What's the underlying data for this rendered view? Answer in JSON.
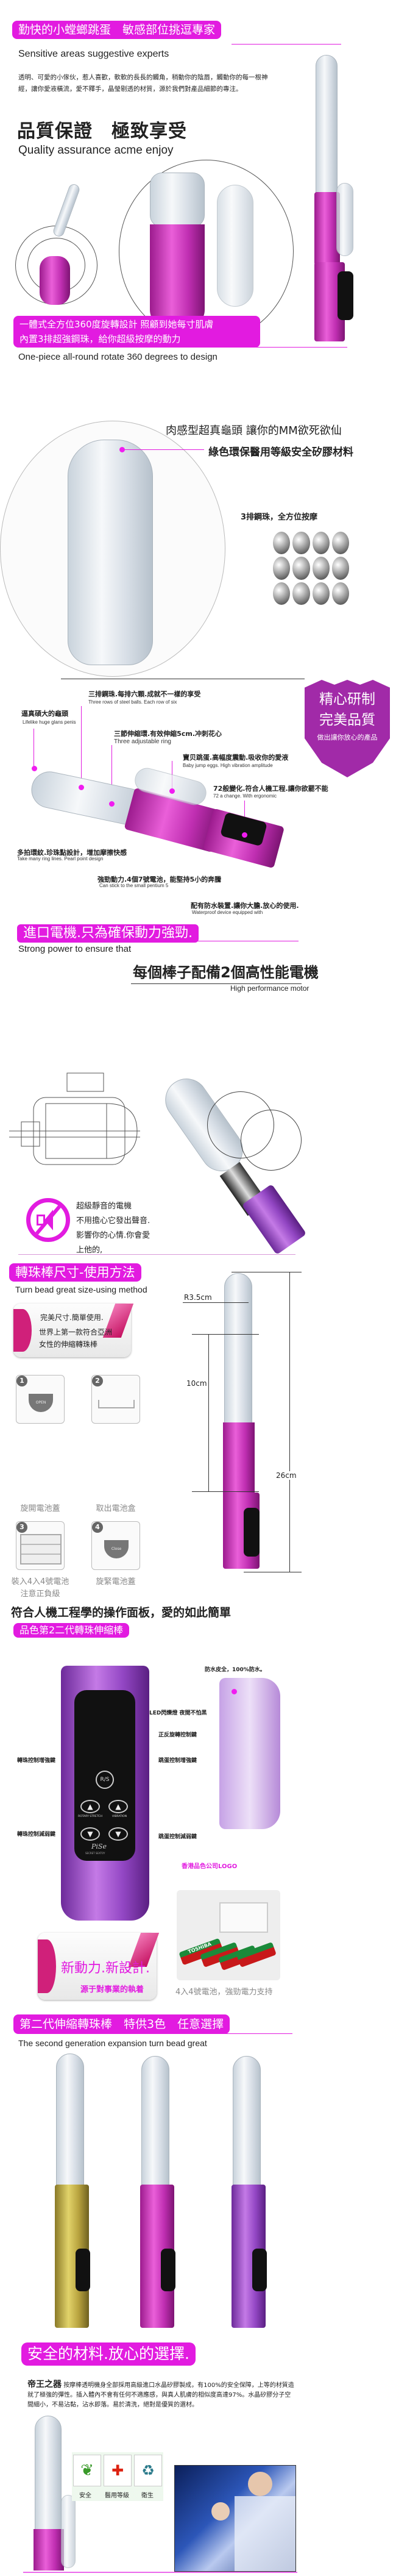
{
  "brand_color": "#e21be0",
  "section1": {
    "banner": "勤快的小螳螂跳蛋　敏感部位挑逗專家",
    "subtitle_en": "Sensitive areas suggestive experts",
    "paragraph": "透明、可愛的小傢伙，惹人喜歡，軟軟的長長的觸角，稍動你的陰唇，觸動你的每一根神經，讓你愛液橫流，愛不釋手，晶瑩剔透的材質，源於我們對產品細節的專注。",
    "heading": "品質保證　極致享受",
    "heading_en": "Quality assurance acme enjoy"
  },
  "section2": {
    "banner_line1": "一體式全方位360度旋轉設計  照顧到她每寸肌膚",
    "banner_line2": "內置3排超強鋼珠，給你超級按摩的動力",
    "subtitle_en": "One-piece all-round rotate 360 degrees to design"
  },
  "section3": {
    "heading": "肉感型超真龜頭  讓你的MM欲死欲仙",
    "material": "綠色環保醫用等級安全矽膠材料",
    "beads": "3排鋼珠，全方位按摩"
  },
  "badge": {
    "line1": "精心研制",
    "line2": "完美品質",
    "arc": "做出讓你放心的產品"
  },
  "features": [
    {
      "zh": "三排鋼珠.每排六顆.成就不一樣的享受",
      "en": "Three rows of steel balls. Each row of six"
    },
    {
      "zh": "逼真碩大的龜頭",
      "en": "Lifelike huge glans penis"
    },
    {
      "zh": "三節伸縮環.有效伸縮5cm.冲刺花心",
      "en": "Three adjustable ring"
    },
    {
      "zh": "寶贝跳蛋.高幅度震動.吸收你的愛液",
      "en": "Baby jump eggs. High vibration amplitude"
    },
    {
      "zh": "72般變化.符合人機工程.讓你欲罷不能",
      "en": "72 a change. With ergonomic"
    },
    {
      "zh": "多拍環紋.珍珠點設計，增加摩擦快感",
      "en": "Take many ring lines. Pearl point design"
    },
    {
      "zh": "強勁動力.4個7號電池，能堅持5小的奔騰",
      "en": "Can stick to the small pentium 5"
    },
    {
      "zh": "配有防水裝置.讓你大膽.放心的使用.",
      "en": "Waterproof device equipped with"
    }
  ],
  "motor": {
    "banner": "進口電機.只為確保動力強勁.",
    "subtitle_en": "Strong power to ensure that",
    "heading": "每個棒子配備2個高性能電機",
    "heading_en": "High performance motor",
    "silent_lines": [
      "超級靜音的電機",
      "不用擔心它發出聲音.",
      "影響你的心情.你會愛",
      "上他的,"
    ]
  },
  "size": {
    "banner": "轉珠棒尺寸-使用方法",
    "subtitle_en": "Turn bead great size-using method",
    "card_line1": "完美尺寸.簡單使用.",
    "card_line2": "世界上第一款符合亞洲",
    "card_line3": "女性的伸縮轉珠棒",
    "steps": [
      {
        "num": "1",
        "label": "旋開電池蓋",
        "art": "OPEN"
      },
      {
        "num": "2",
        "label": "取出電池盒",
        "art": ""
      },
      {
        "num": "3",
        "label": "裝入4入4號電池",
        "label2": "注意正負級",
        "art": ""
      },
      {
        "num": "4",
        "label": "旋緊電池蓋",
        "art": "Close"
      }
    ],
    "dim_radius": "R3.5cm",
    "dim_insert": "10cm",
    "dim_total": "26cm"
  },
  "panel": {
    "heading": "符合人機工程學的操作面板，愛的如此簡單",
    "banner": "品色第2二代轉珠伸縮棒",
    "waterproof": "防水皮全，100%防水。",
    "led": "LED閃爍燈  夜間不怕黑",
    "rs_key": "正反旋轉控制鍵",
    "rs_label": "R/S",
    "bead_up": "轉珠控制增強鍵",
    "egg_up": "跳蛋控制增強鍵",
    "bead_down": "轉珠控制減弱鍵",
    "egg_down": "跳蛋控制減弱鍵",
    "logo_label": "香港品色公司LOGO",
    "btn_rotary": "ROTARY STRETCH",
    "btn_vibration": "VIBRATION",
    "panel_logo": "PiSe",
    "panel_logo_sub": "SECRET SEXTOY"
  },
  "newpower": {
    "title": "新動力.新設計.",
    "sub": "源于對事業的執着",
    "battery_caption": "4入4號電池，強勁電力支持",
    "battery_brand": "TOSHIBA"
  },
  "colors_section": {
    "banner": "第二代伸縮轉珠棒　特供3色　任意選擇",
    "subtitle_en": "The second generation expansion turn bead great",
    "variants": [
      "#d4c24e",
      "#d63cc8",
      "#9a55d0"
    ]
  },
  "safety": {
    "banner": "安全的材料.放心的選擇.",
    "lead": "帝王之器",
    "paragraph": "按摩棒透明機身全部採用高級進口水晶矽膠製成，有100%的安全保障，上等的材質造就了極強的彈性。插入體內不會有任何不適應感，與真人肌膚的相似度高達97%。水晶矽膠分子空間細小，不易沾黏，沾水即落。易於清洗，絕對是優質的選材。",
    "icons": [
      {
        "icon": "leaf-icon",
        "label": "安全"
      },
      {
        "icon": "medical-kit-icon",
        "label": "醫用等級"
      },
      {
        "icon": "hygiene-icon",
        "label": "衛生"
      }
    ]
  }
}
